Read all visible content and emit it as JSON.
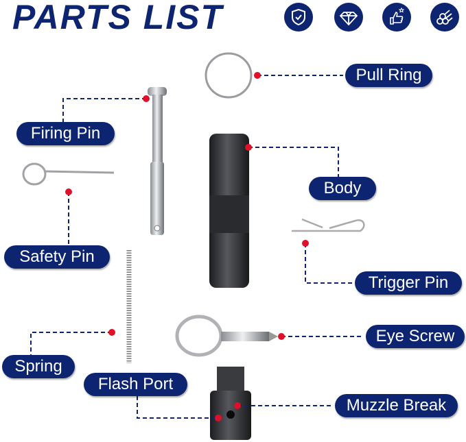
{
  "title": "PARTS LIST",
  "badges": [
    "shield-check-icon",
    "diamond-icon",
    "thumbs-up-icon",
    "material-rods-icon"
  ],
  "colors": {
    "navy": "#0d2470",
    "dot": "#e0102a"
  },
  "labels": {
    "pull_ring": "Pull Ring",
    "firing_pin": "Firing Pin",
    "body": "Body",
    "safety_pin": "Safety Pin",
    "trigger_pin": "Trigger Pin",
    "eye_screw": "Eye Screw",
    "spring": "Spring",
    "flash_port": "Flash Port",
    "muzzle_break": "Muzzle Break"
  }
}
